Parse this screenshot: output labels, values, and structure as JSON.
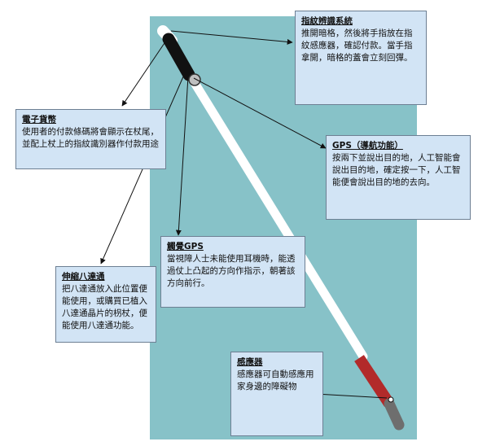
{
  "colors": {
    "background": "#87c2c8",
    "callout_fill": "#d2e4f5",
    "callout_border": "#6d7f93",
    "cane_white": "#ffffff",
    "cane_black": "#111111",
    "cane_red": "#b22a2a",
    "cane_tip": "#6e6e6e"
  },
  "callouts": {
    "fingerprint": {
      "title": "指紋辨識系統",
      "body": "推開暗格，然後將手指放在指紋感應器，確認付款。當手指拿開，暗格的蓋會立刻回彈。"
    },
    "e_money": {
      "title": "電子貨幣",
      "body": "使用者的付款條碼將會顯示在杖尾，並配上杖上的指紋識別器作付款用途"
    },
    "gps": {
      "title": "GPS（導航功能）",
      "body": "按兩下並說出目的地，人工智能會說出目的地，確定按一下，人工智能便會說出目的地的去向。"
    },
    "tactile_gps": {
      "title": "觸覺GPS",
      "body": "當視障人士未能使用耳機時，能透過仗上凸起的方向作指示，朝著該方向前行。"
    },
    "octopus": {
      "title": "伸縮八達通",
      "body": "把八達通放入此位置便能使用，或購買已植入八達通晶片的枴杖，便能使用八達通功能。"
    },
    "sensor": {
      "title": "感應器",
      "body": "感應器可自動感應用家身邊的障礙物"
    }
  }
}
